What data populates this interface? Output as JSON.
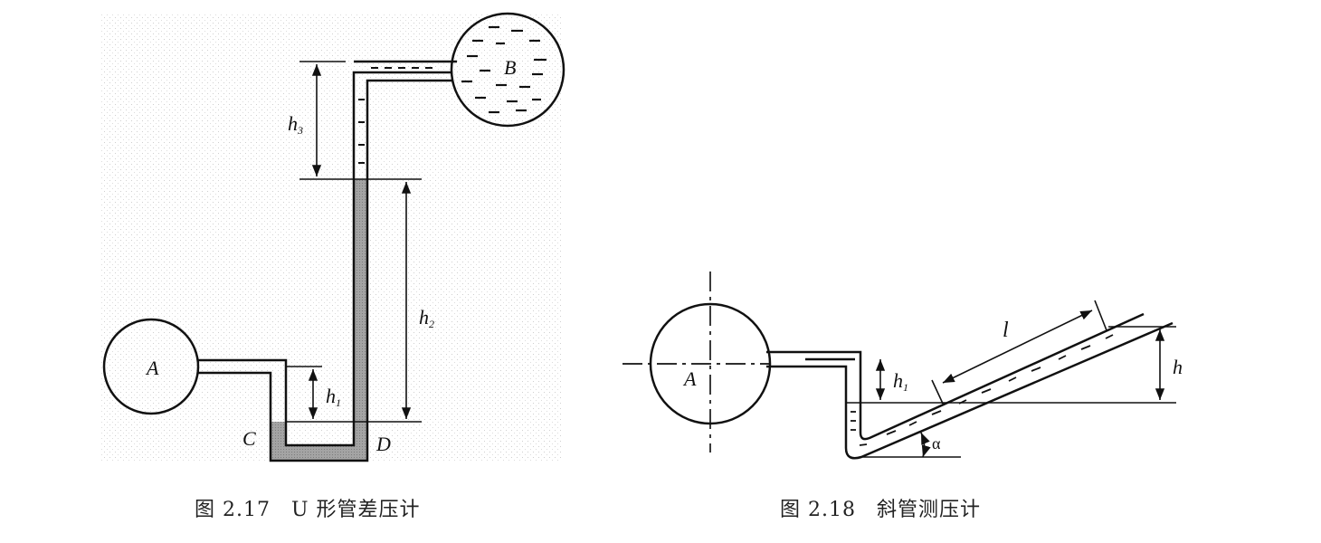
{
  "figure1": {
    "caption": "图 2.17　U 形管差压计",
    "labels": {
      "A": "A",
      "B": "B",
      "C": "C",
      "D": "D",
      "h1_main": "h",
      "h1_sub": "1",
      "h2_main": "h",
      "h2_sub": "2",
      "h3_main": "h",
      "h3_sub": "3"
    }
  },
  "figure2": {
    "caption": "图 2.18　斜管测压计",
    "labels": {
      "A": "A",
      "h1_main": "h",
      "h1_sub": "1",
      "h": "h",
      "l": "l",
      "alpha": "α"
    }
  },
  "colors": {
    "line": "#111111",
    "mercury": "#9a9a9a",
    "dots": "#d0d0d0"
  }
}
